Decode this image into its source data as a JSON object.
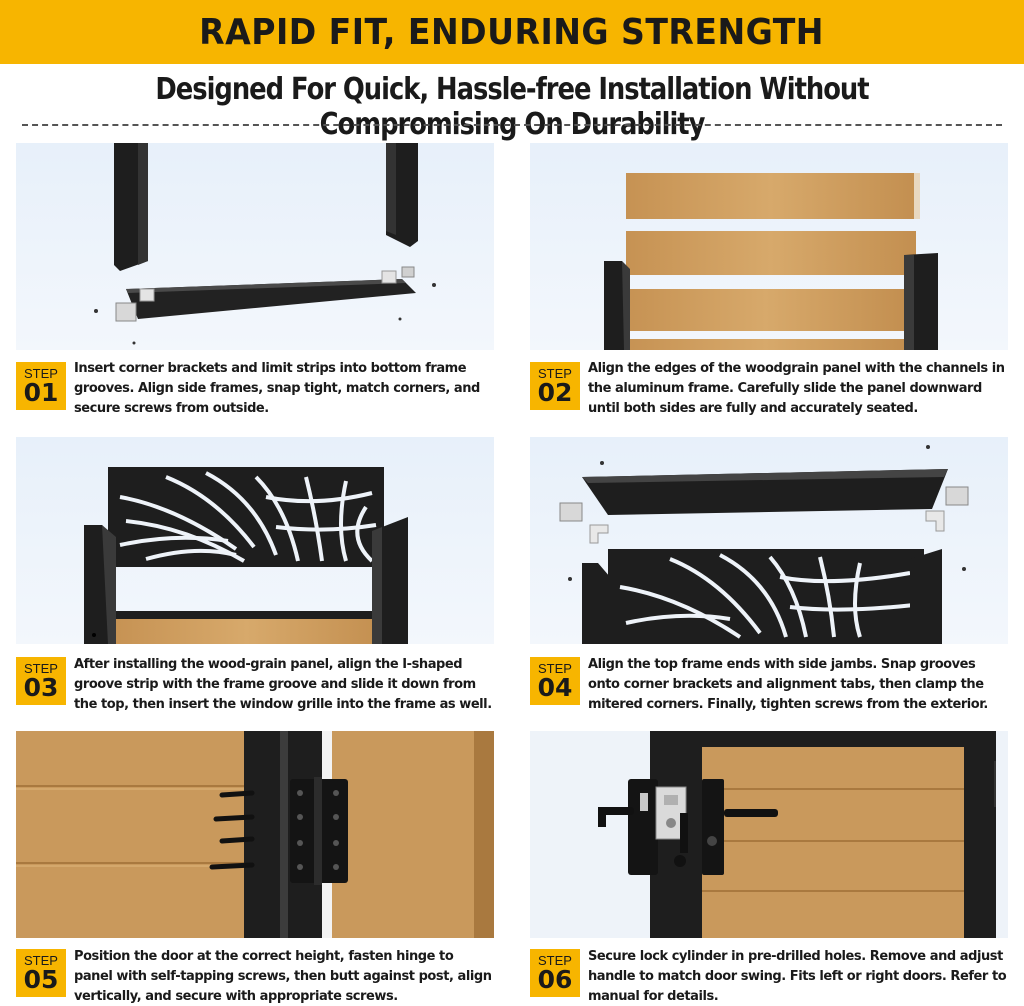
{
  "header": {
    "title": "RAPID FIT, ENDURING STRENGTH",
    "subtitle": "Designed For Quick, Hassle-free Installation Without Compromising On Durability"
  },
  "colors": {
    "accent": "#f7b500",
    "frame": "#1e1e1e",
    "wood": "#c9995c"
  },
  "steps": [
    {
      "label": "STEP",
      "number": "01",
      "illustration": "bottom-frame-assembly",
      "text": "Insert corner brackets and limit strips into bottom frame grooves. Align side frames, snap tight, match corners, and secure screws from outside."
    },
    {
      "label": "STEP",
      "number": "02",
      "illustration": "woodgrain-panel-insertion",
      "text": "Align the edges of the woodgrain panel with the channels in the aluminum frame. Carefully slide the panel downward until both sides are fully and accurately seated."
    },
    {
      "label": "STEP",
      "number": "03",
      "illustration": "window-grille-insertion",
      "text": "After installing the wood-grain panel, align the I-shaped groove strip with the frame groove and slide it down from the top, then insert the window grille into the frame as well."
    },
    {
      "label": "STEP",
      "number": "04",
      "illustration": "top-frame-assembly",
      "text": "Align the top frame ends with side jambs. Snap grooves onto corner brackets and alignment tabs, then clamp the mitered corners. Finally, tighten screws from the exterior."
    },
    {
      "label": "STEP",
      "number": "05",
      "illustration": "hinge-mounting",
      "text": "Position the door at the correct height, fasten hinge to panel with self-tapping screws, then butt against post, align vertically, and secure with appropriate screws."
    },
    {
      "label": "STEP",
      "number": "06",
      "illustration": "lock-installation",
      "text": "Secure lock cylinder in pre-drilled holes. Remove and adjust handle to match door swing. Fits left or right doors. Refer to manual for details."
    }
  ]
}
